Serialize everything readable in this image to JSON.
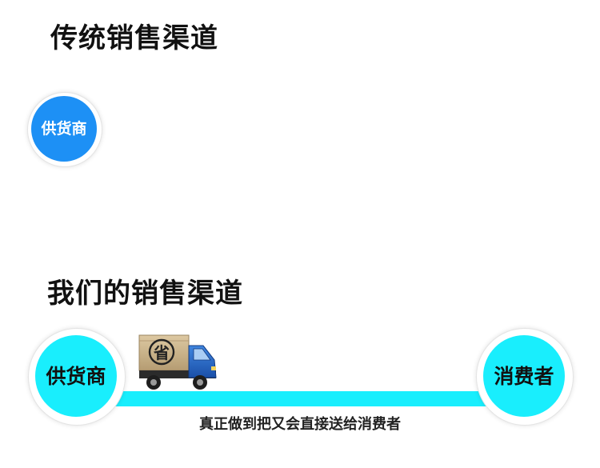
{
  "sections": {
    "traditional": {
      "title": "传统销售渠道",
      "supplier_label": "供货商"
    },
    "ours": {
      "title": "我们的销售渠道",
      "supplier_label": "供货商",
      "consumer_label": "消费者",
      "caption": "真正做到把又会直接送给消费者",
      "truck_box_label": "省"
    }
  },
  "colors": {
    "supplier_blue": "#1d90f5",
    "cyan": "#19eefd",
    "truck_blue": "#1f63c6",
    "box_tan": "#c4ad84",
    "text": "#111111"
  },
  "icons": {
    "truck": "delivery-truck-icon"
  }
}
